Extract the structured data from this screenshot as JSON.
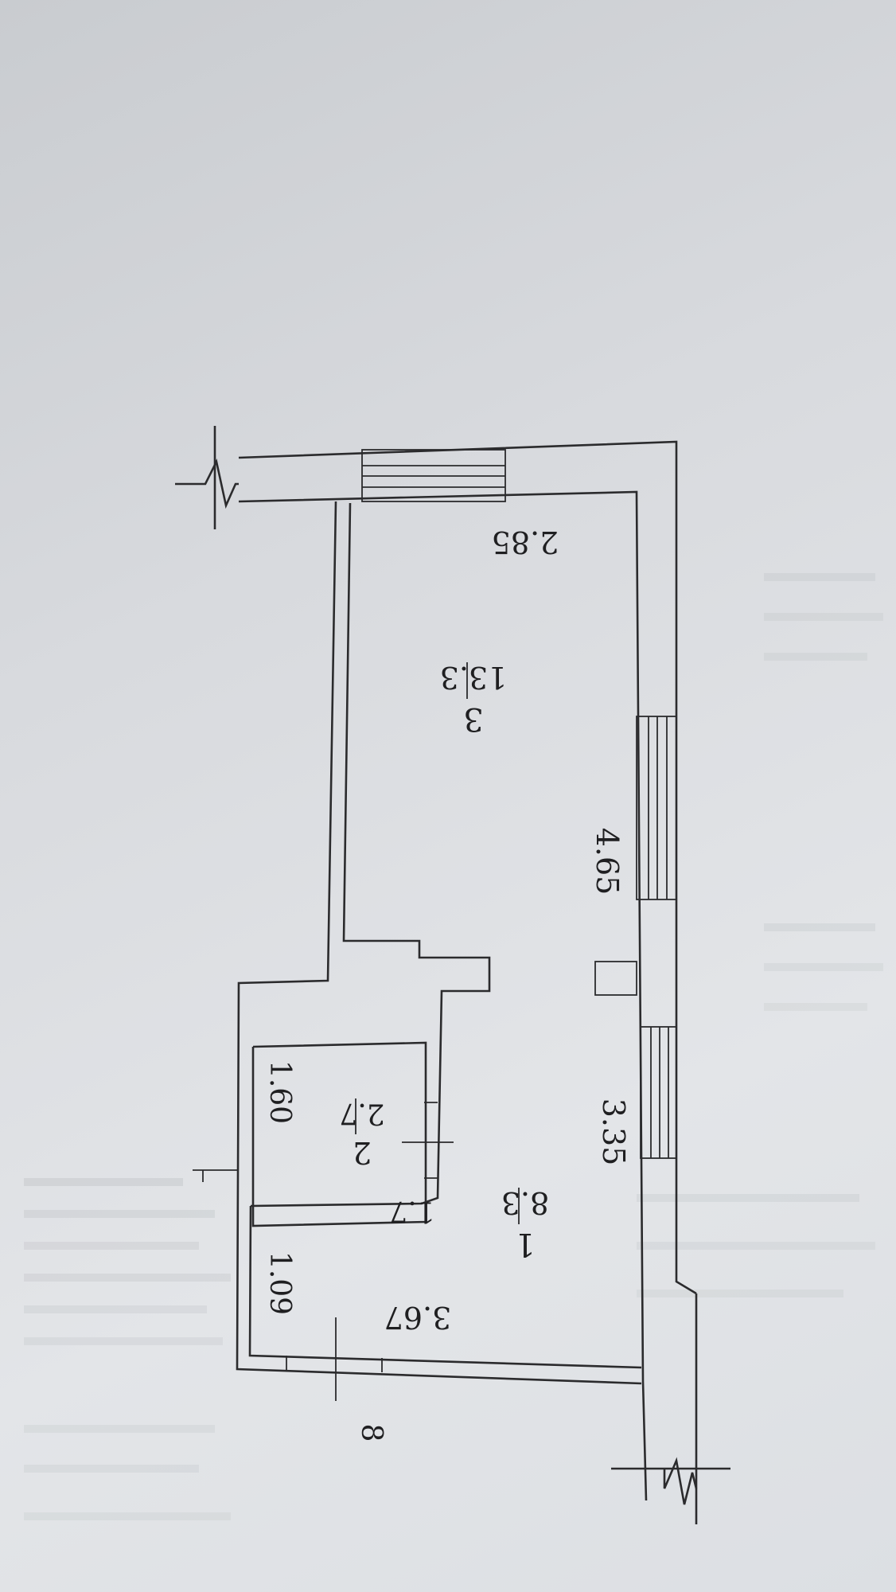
{
  "floor_plan": {
    "rooms": [
      {
        "number": "3",
        "area": "13.3"
      },
      {
        "number": "2",
        "area": "2.7"
      },
      {
        "number": "1",
        "area": "8.3"
      }
    ],
    "dimensions": {
      "room3_top": "2.85",
      "room3_side": "4.65",
      "room1_side": "3.35",
      "room1_bottom": "3.67",
      "room2_top": "1.60",
      "room2_bottom": "1.7",
      "closet_side": "1.09"
    },
    "section_marker": "8"
  },
  "colors": {
    "ink": "#2b2b2d",
    "paper": "#dcdfe3"
  }
}
